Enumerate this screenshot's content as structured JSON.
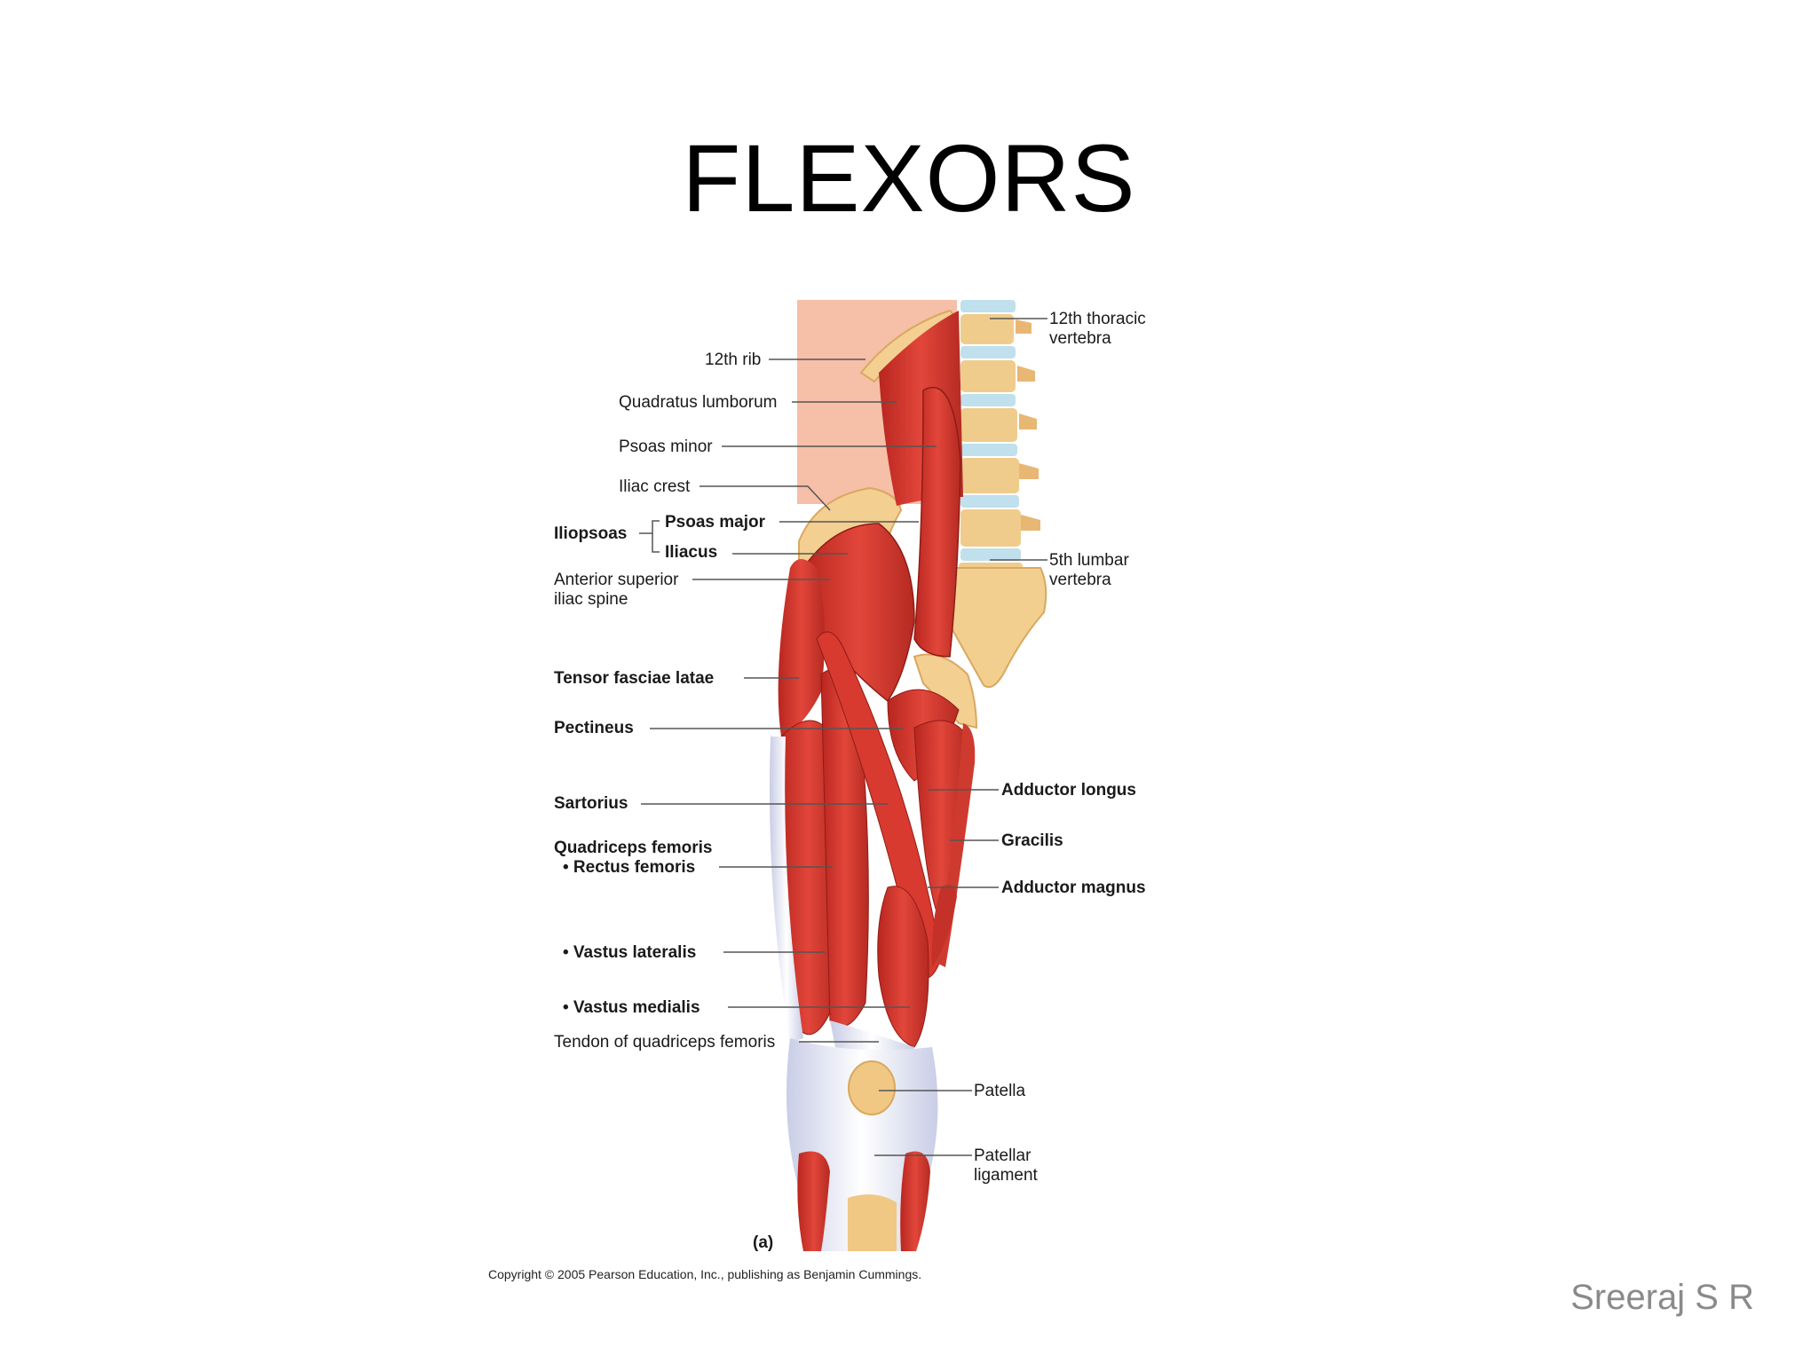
{
  "slide": {
    "title": "FLEXORS",
    "author": "Sreeraj S R"
  },
  "figure": {
    "panel_label": "(a)",
    "copyright": "Copyright © 2005 Pearson Education, Inc., publishing as Benjamin Cummings.",
    "labels": {
      "rib12": "12th rib",
      "quadratus": "Quadratus lumborum",
      "psoas_minor": "Psoas minor",
      "iliac_crest": "Iliac crest",
      "iliopsoas": "Iliopsoas",
      "psoas_major": "Psoas major",
      "iliacus": "Iliacus",
      "asis_1": "Anterior superior",
      "asis_2": "iliac spine",
      "tensor": "Tensor fasciae latae",
      "pectineus": "Pectineus",
      "sartorius": "Sartorius",
      "quadriceps": "Quadriceps femoris",
      "rectus": "• Rectus femoris",
      "vastus_lat": "• Vastus lateralis",
      "vastus_med": "• Vastus medialis",
      "tendon_quad": "Tendon of quadriceps femoris",
      "thoracic_1": "12th thoracic",
      "thoracic_2": "vertebra",
      "lumbar_1": "5th lumbar",
      "lumbar_2": "vertebra",
      "add_longus": "Adductor longus",
      "gracilis": "Gracilis",
      "add_magnus": "Adductor magnus",
      "patella": "Patella",
      "pat_lig_1": "Patellar",
      "pat_lig_2": "ligament"
    }
  }
}
